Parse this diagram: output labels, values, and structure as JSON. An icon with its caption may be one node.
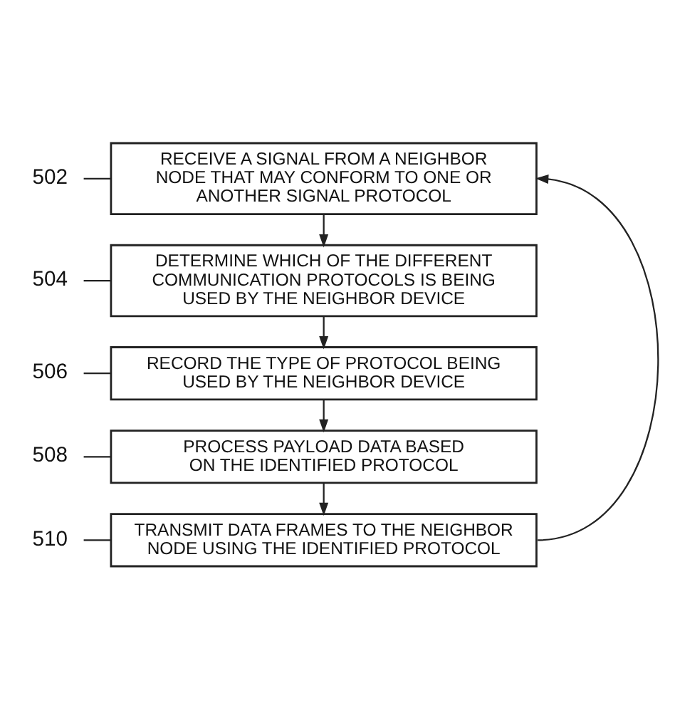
{
  "diagram": {
    "nodes": [
      {
        "text": [
          "502"
        ]
      },
      {
        "text": [
          "RECEIVE A SIGNAL FROM A NEIGHBOR NODE THAT MAY CONFORM TO ONE OR ANOTHER SIGNAL PROTOCOL"
        ]
      },
      {
        "text": [
          "504"
        ]
      },
      {
        "text": [
          "DETERMINE WHICH OF THE DIFFERENT COMMUNICATION PROTOCOLS IS BEING USED BY THE NEIGHBOR DEVICE"
        ]
      },
      {
        "text": [
          "506"
        ]
      },
      {
        "text": [
          "RECORD THE TYPE OF PROTOCOL BEING USED BY THE NEIGHBOR DEVICE"
        ]
      },
      {
        "text": [
          "508"
        ]
      },
      {
        "text": [
          "PROCESS PAYLOAD DATA BASED ON THE IDENTIFIED PROTOCOL"
        ]
      },
      {
        "text": [
          "510"
        ]
      },
      {
        "text": [
          "TRANSMIT DATA FRAMES TO THE NEIGHBOR NODE USING THE IDENTIFIED PROTOCOL"
        ]
      }
    ],
    "edges": [
      {
        "from": 1,
        "to": 3,
        "arrow": "to"
      },
      {
        "from": 3,
        "to": 5,
        "arrow": "to"
      },
      {
        "from": 5,
        "to": 7,
        "arrow": "to"
      },
      {
        "from": 7,
        "to": 9,
        "arrow": "to"
      },
      {
        "from": 9,
        "to": 1,
        "arrow": "to"
      },
      {
        "from": 0,
        "to": 1,
        "arrow": "none"
      },
      {
        "from": 2,
        "to": 3,
        "arrow": "none"
      },
      {
        "from": 4,
        "to": 5,
        "arrow": "none"
      },
      {
        "from": 6,
        "to": 7,
        "arrow": "none"
      },
      {
        "from": 8,
        "to": 9,
        "arrow": "none"
      }
    ]
  }
}
